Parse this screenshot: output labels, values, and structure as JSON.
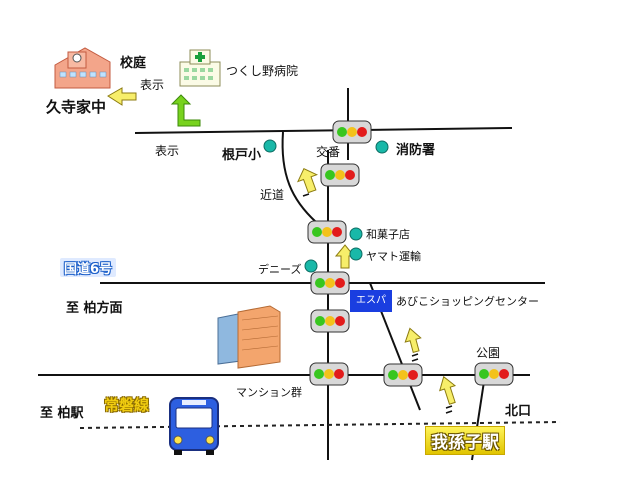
{
  "labels": {
    "school_garden": "校庭",
    "sign_top": "表示",
    "sign_bottom": "表示",
    "school": "久寺家中",
    "hospital": "つくし野病院",
    "nedo_elementary": "根戸小",
    "police_box": "交番",
    "fire_station": "消防署",
    "side_road": "近道",
    "sweets_shop": "和菓子店",
    "yamato": "ヤマト運輸",
    "dennys": "デニーズ",
    "route6": "国道6号",
    "espa": "エスパ",
    "shopping_center": "あびこショッピングセンター",
    "to_kashiwa_direction": "至 柏方面",
    "mansions": "マンション群",
    "park": "公園",
    "to_kashiwa_station": "至 柏駅",
    "joban_line": "常磐線",
    "north_exit": "北口",
    "station": "我孫子駅"
  },
  "colors": {
    "road": "#111111",
    "arrow_yellow": "#f7ee6a",
    "arrow_green": "#78d21e",
    "poi_teal": "#19b8a8",
    "signal_red": "#e21b1b",
    "signal_yellow": "#f3c21b",
    "signal_green": "#38c61f",
    "espa_blue": "#1a3ee0",
    "route_blue": "#1a5ec9"
  },
  "icons": [
    "school-building-icon",
    "hospital-icon",
    "apartment-buildings-icon",
    "bus-icon",
    "traffic-signal-icon",
    "poi-marker-icon",
    "direction-arrow-icon"
  ]
}
